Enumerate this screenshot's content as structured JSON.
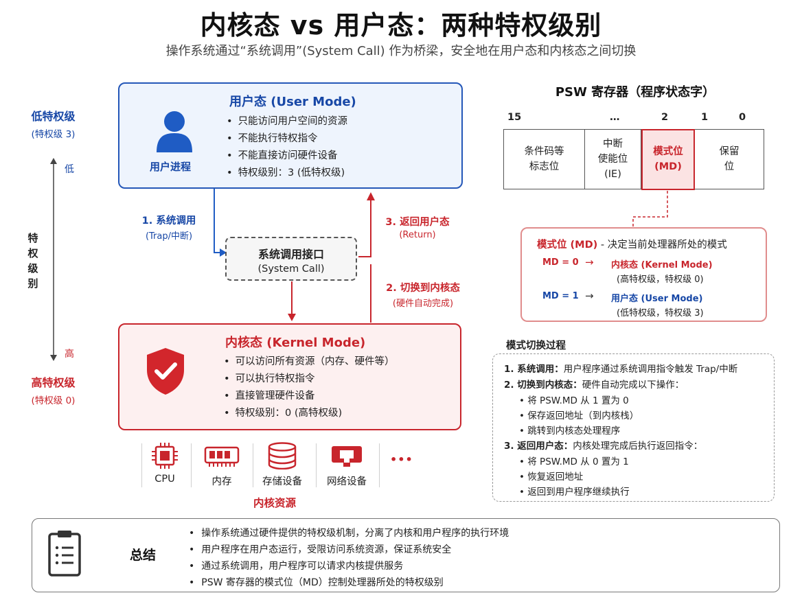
{
  "header": {
    "title": "内核态 vs 用户态：两种特权级别",
    "subtitle": "操作系统通过“系统调用”(System Call) 作为桥梁，安全地在用户态和内核态之间切换"
  },
  "privilege_axis": {
    "low_title": "低特权级",
    "low_sub": "(特权级 3)",
    "low_mark": "低",
    "axis_label": [
      "特",
      "权",
      "级",
      "别"
    ],
    "high_mark": "高",
    "high_title": "高特权级",
    "high_sub": "(特权级 0)"
  },
  "user_mode": {
    "title": "用户态 (User Mode)",
    "icon_label": "用户进程",
    "bullets": [
      "只能访问用户空间的资源",
      "不能执行特权指令",
      "不能直接访问硬件设备",
      "特权级别：3 (低特权级)"
    ]
  },
  "kernel_mode": {
    "title": "内核态 (Kernel Mode)",
    "bullets": [
      "可以访问所有资源（内存、硬件等）",
      "可以执行特权指令",
      "直接管理硬件设备",
      "特权级别：0 (高特权级)"
    ]
  },
  "syscall": {
    "title": "系统调用接口",
    "subtitle": "(System Call)"
  },
  "flow": {
    "step1": {
      "label": "1. 系统调用",
      "sub": "(Trap/中断)"
    },
    "step2": {
      "label": "2. 切换到内核态",
      "sub": "(硬件自动完成)"
    },
    "step3": {
      "label": "3. 返回用户态",
      "sub": "(Return)"
    }
  },
  "kernel_resources": {
    "items": [
      {
        "icon": "cpu-icon",
        "label": "CPU"
      },
      {
        "icon": "memory-icon",
        "label": "内存"
      },
      {
        "icon": "database-icon",
        "label": "存储设备"
      },
      {
        "icon": "network-device-icon",
        "label": "网络设备"
      }
    ],
    "more": "•••",
    "caption": "内核资源"
  },
  "psw": {
    "title": "PSW 寄存器（程序状态字）",
    "bits": [
      "15",
      "…",
      "2",
      "1",
      "0"
    ],
    "cells": [
      {
        "l1": "条件码等",
        "l2": "标志位"
      },
      {
        "l1": "中断",
        "l2": "使能位",
        "l3": "(IE)"
      },
      {
        "l1": "模式位",
        "l2": "(MD)"
      },
      {
        "l1": "保留",
        "l2": "位"
      }
    ]
  },
  "md_info": {
    "title": "模式位 (MD)",
    "desc": " - 决定当前处理器所处的模式",
    "row0": {
      "value": "MD = 0",
      "arrow": "→",
      "mode": "内核态 (Kernel Mode)",
      "detail": "(高特权级，特权级 0)"
    },
    "row1": {
      "value": "MD = 1",
      "arrow": "→",
      "mode": "用户态 (User Mode)",
      "detail": "(低特权级，特权级 3)"
    }
  },
  "switch_process": {
    "title": "模式切换过程",
    "s1_head": "1. 系统调用：",
    "s1_text": "用户程序通过系统调用指令触发 Trap/中断",
    "s2_head": "2. 切换到内核态：",
    "s2_text": "硬件自动完成以下操作：",
    "s2_items": [
      "将 PSW.MD 从 1 置为 0",
      "保存返回地址（到内核栈）",
      "跳转到内核态处理程序"
    ],
    "s3_head": "3. 返回用户态：",
    "s3_text": "内核处理完成后执行返回指令：",
    "s3_items": [
      "将 PSW.MD 从 0 置为 1",
      "恢复返回地址",
      "返回到用户程序继续执行"
    ]
  },
  "summary": {
    "title": "总结",
    "items": [
      "操作系统通过硬件提供的特权级机制，分离了内核和用户程序的执行环境",
      "用户程序在用户态运行，受限访问系统资源，保证系统安全",
      "通过系统调用，用户程序可以请求内核提供服务",
      "PSW 寄存器的模式位（MD）控制处理器所处的特权级别"
    ]
  },
  "colors": {
    "blue": "#1747a6",
    "red": "#c8252c",
    "user_bg": "#eef4fd",
    "kernel_bg": "#fdf0f0"
  }
}
